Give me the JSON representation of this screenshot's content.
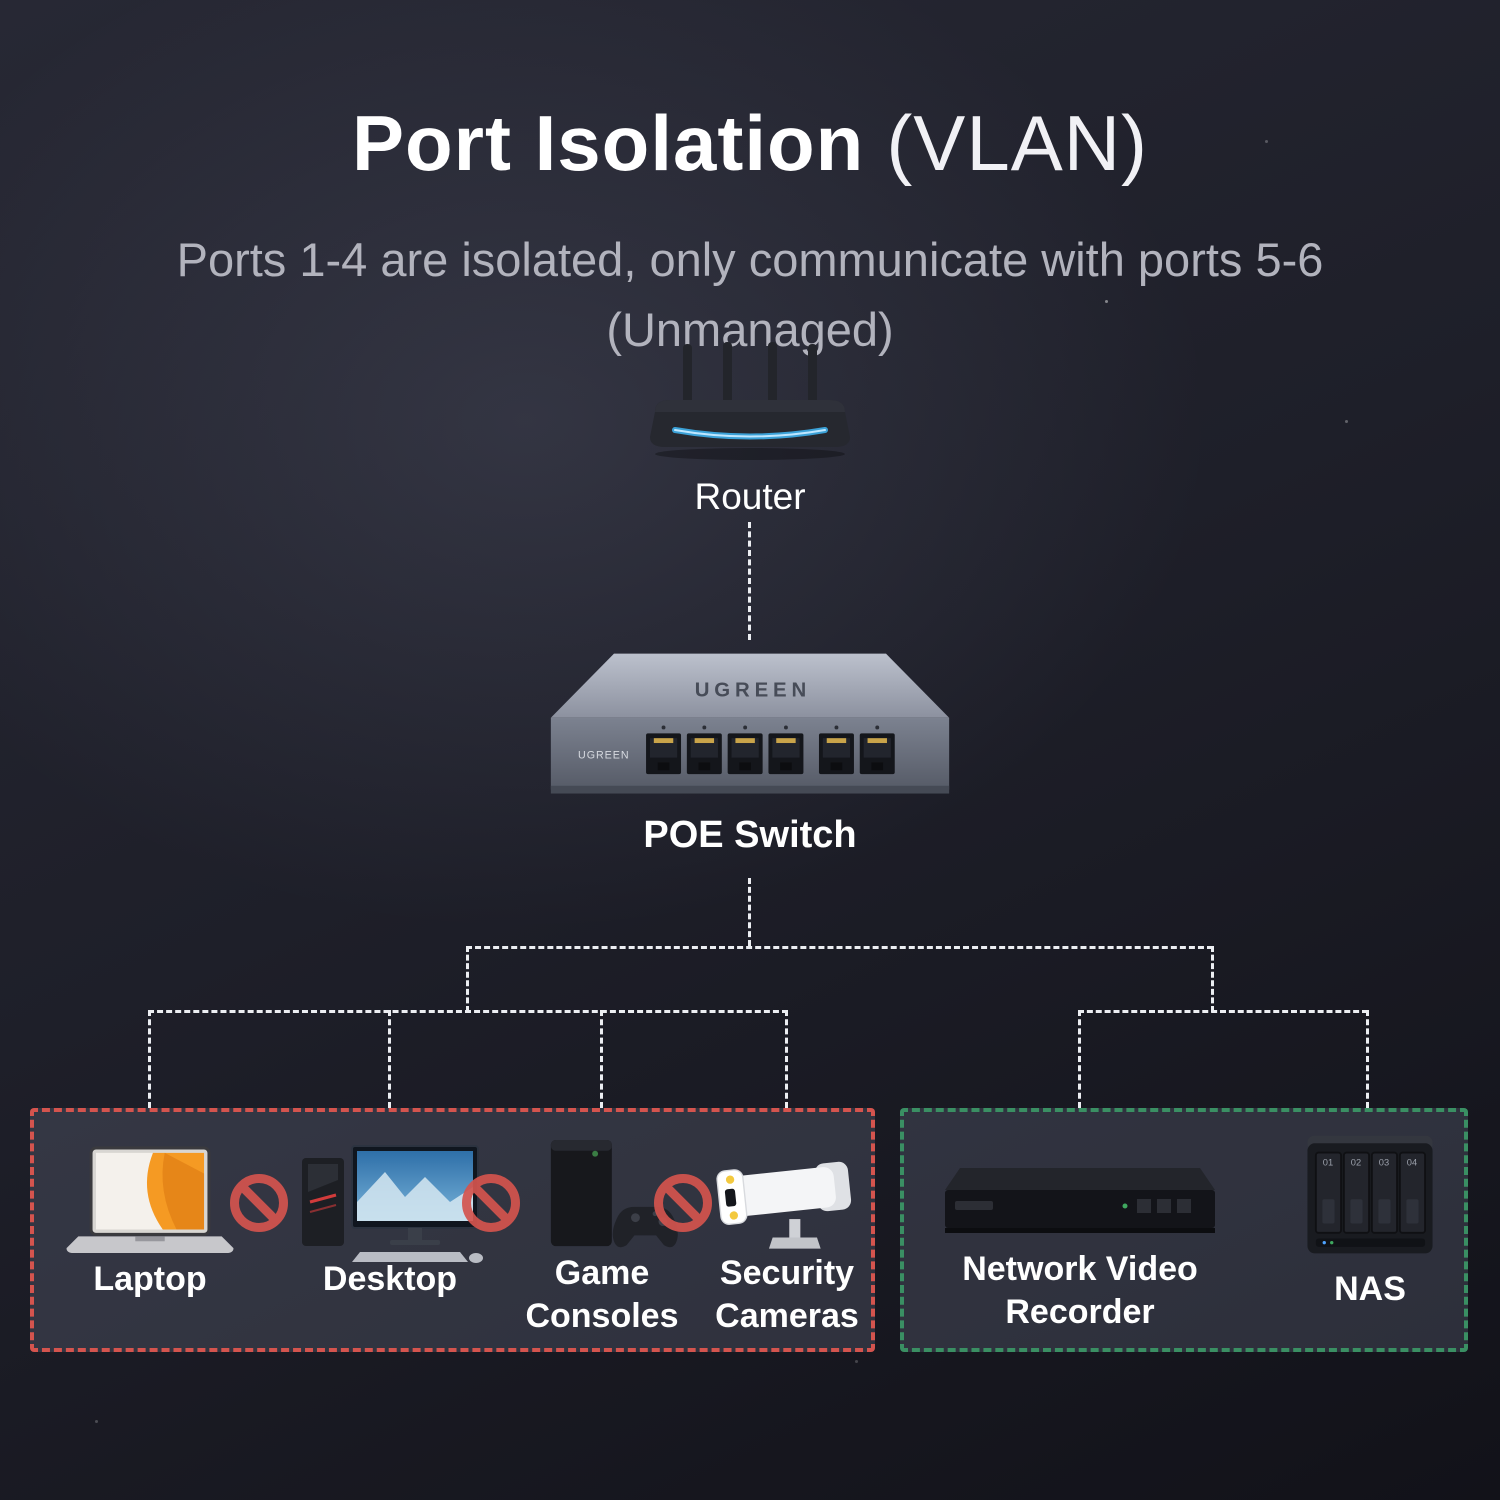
{
  "title": {
    "bold": "Port Isolation",
    "light": "(VLAN)"
  },
  "subtitle": {
    "line1": "Ports 1-4 are isolated, only communicate with ports 5-6",
    "line2": "(Unmanaged)"
  },
  "topology": {
    "router_label": "Router",
    "switch_label": "POE Switch",
    "switch_brand": "UGREEN"
  },
  "isolated_group": {
    "items": [
      {
        "label": "Laptop"
      },
      {
        "label": "Desktop"
      },
      {
        "label": "Game Consoles"
      },
      {
        "label": "Security Cameras"
      }
    ]
  },
  "allowed_group": {
    "items": [
      {
        "label": "Network Video Recorder"
      },
      {
        "label": "NAS"
      }
    ]
  },
  "nas_bays": [
    "01",
    "02",
    "03",
    "04"
  ],
  "colors": {
    "isolated_border": "#d4544e",
    "allowed_border": "#3a8f63",
    "router_light": "#3fb6f5",
    "connector": "#eceef2"
  }
}
